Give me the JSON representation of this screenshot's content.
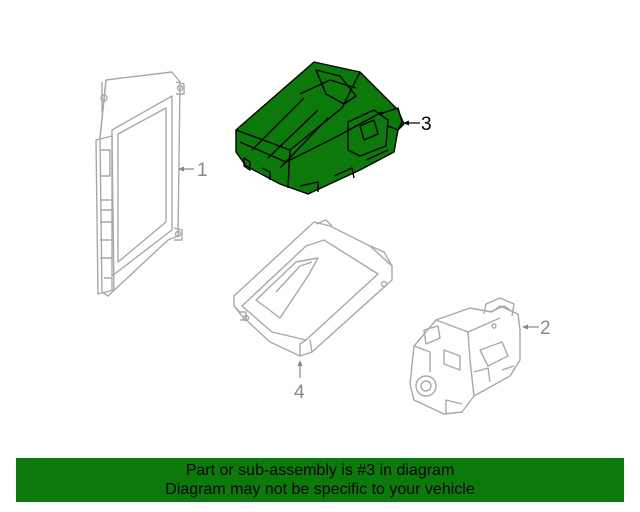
{
  "colors": {
    "highlight_fill": "#0b7a0b",
    "outline": "#000000",
    "part_stroke": "#a8a8a8",
    "callout_gray": "#888888",
    "caption_bg": "#0b7a0b"
  },
  "callouts": [
    {
      "number": "1",
      "highlighted": false
    },
    {
      "number": "2",
      "highlighted": false
    },
    {
      "number": "3",
      "highlighted": true
    },
    {
      "number": "4",
      "highlighted": false
    }
  ],
  "caption": {
    "line1": "Part or sub-assembly is #3 in diagram",
    "line2": "Diagram may not be specific to your vehicle"
  }
}
